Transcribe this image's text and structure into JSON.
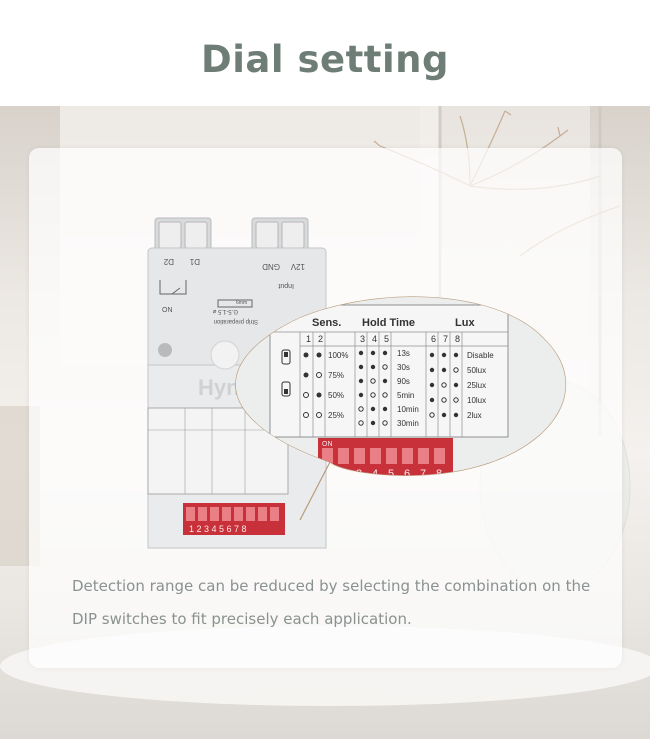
{
  "title": "Dial setting",
  "description": "Detection range can be reduced by selecting the combination on the DIP switches to fit precisely each application.",
  "device": {
    "brand": "Hyna",
    "terminals_left": [
      "D2",
      "D1"
    ],
    "terminals_right": [
      "12V",
      "GND"
    ],
    "input_label": "Input",
    "on_label": "ON",
    "wire_label": "G.5-1.5 ⌀",
    "strip_label": "Strip preparation",
    "strip_length": "6mm"
  },
  "table": {
    "sens": {
      "header": "Sens.",
      "cols": [
        "1",
        "2"
      ],
      "values": [
        "100%",
        "75%",
        "50%",
        "25%"
      ]
    },
    "hold": {
      "header": "Hold Time",
      "cols": [
        "3",
        "4",
        "5"
      ],
      "values": [
        "13s",
        "30s",
        "90s",
        "5min",
        "10min",
        "30min"
      ]
    },
    "lux": {
      "header": "Lux",
      "cols": [
        "6",
        "7",
        "8"
      ],
      "values": [
        "Disable",
        "50lux",
        "25lux",
        "10lux",
        "2lux"
      ]
    }
  },
  "dip": {
    "on_label": "ON",
    "numbers": [
      "1",
      "2",
      "3",
      "4",
      "5",
      "6",
      "7",
      "8"
    ]
  },
  "colors": {
    "title": "#6e7d76",
    "description": "#8a9290",
    "dip_red": "#c8303a"
  }
}
